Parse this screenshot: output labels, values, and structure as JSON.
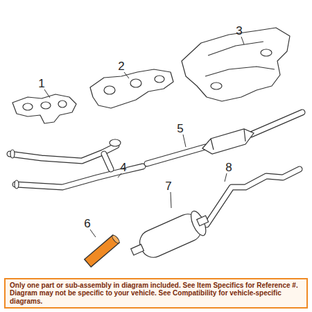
{
  "diagram": {
    "nodes": [
      {
        "text": [
          "Only one part or sub-assembly in diagram included. See Item Specifics for Reference #. Diagram may not be specific to your vehicle. See Compatibility for vehicle-specific diagrams."
        ]
      }
    ],
    "labels": [
      "1",
      "2",
      "3",
      "4",
      "5",
      "6",
      "7",
      "8"
    ]
  }
}
